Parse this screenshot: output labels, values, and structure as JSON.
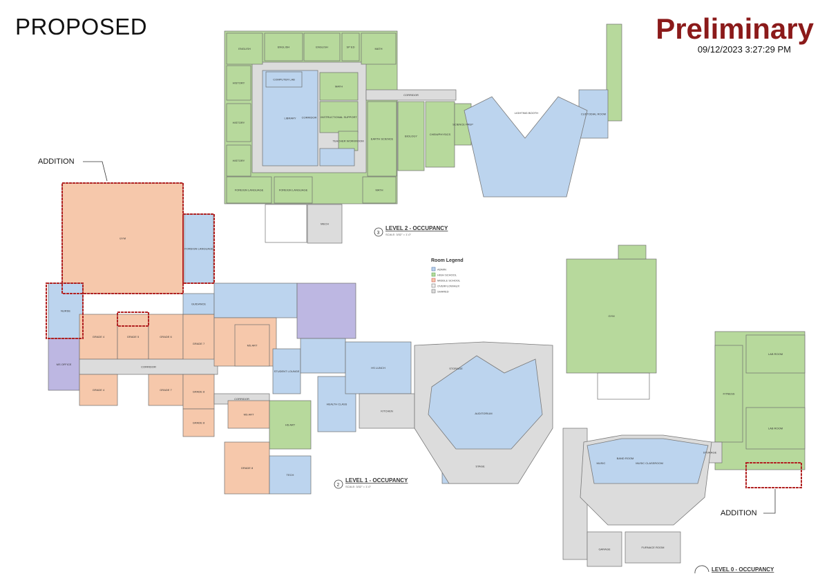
{
  "header": {
    "proposed": "PROPOSED",
    "preliminary": "Preliminary",
    "timestamp": "09/12/2023  3:27:29 PM"
  },
  "colors": {
    "high_school": "#b7d99c",
    "shared": "#bcd4ee",
    "middle_school": "#f6c8ab",
    "admin": "#bdb7e2",
    "circulation": "#dcdcdc",
    "addition_border": "#b22222",
    "title": "#8b1a1a"
  },
  "annotations": {
    "addition_left": "ADDITION",
    "addition_right": "ADDITION"
  },
  "legend": {
    "title": "Room Legend",
    "items": [
      "ADMIN",
      "HIGH SCHOOL",
      "MIDDLE SCHOOL",
      "OVERFLOW/AUX",
      "SHARED"
    ]
  },
  "levels": {
    "level2": {
      "number": "3",
      "title": "LEVEL 2 - OCCUPANCY",
      "scale": "SCALE: 3/32\" = 1'-0\""
    },
    "level1": {
      "number": "2",
      "title": "LEVEL 1 - OCCUPANCY",
      "scale": "SCALE: 3/32\" = 1'-0\""
    },
    "level0": {
      "title": "LEVEL 0 - OCCUPANCY"
    }
  },
  "rooms": {
    "english": "ENGLISH",
    "sped": "SP ED",
    "math": "MATH",
    "history": "HISTORY",
    "computer_lab": "COMPUTER LAB",
    "library": "LIBRARY",
    "instructional_support": "INSTRUCTIONAL SUPPORT",
    "teacher_workroom": "TEACHER WORKROOM",
    "foreign_language": "FOREIGN LANGUAGE",
    "earth_science": "EARTH SCIENCE",
    "biology": "BIOLOGY",
    "chem_physics": "CHEM/PHYSICS",
    "science_prep": "SCIENCE PREP",
    "corridor": "CORRIDOR",
    "gym": "GYM",
    "grade4": "GRADE 4",
    "grade5": "GRADE 5",
    "grade6": "GRADE 6",
    "grade7": "GRADE 7",
    "grade8": "GRADE 8",
    "auditorium": "AUDITORIUM",
    "stage": "STAGE",
    "kitchen": "KITCHEN",
    "lunch": "HS LUNCH",
    "student_lounge": "STUDENT LOUNGE",
    "ms_art": "MS ART",
    "hs_art": "HS ART",
    "health": "HEALTH CLASS",
    "tech": "TECH",
    "nurse": "NURSE",
    "guidance": "GUIDANCE",
    "ms_office": "MS OFFICE",
    "music": "MUSIC",
    "band": "BAND ROOM",
    "music_classroom": "MUSIC CLASSROOM",
    "garage": "GARAGE",
    "furnace": "FURNACE ROOM",
    "lab_room": "LAB ROOM",
    "fitness": "FITNESS",
    "storage": "STORAGE",
    "mech": "MECH",
    "custodial": "CUSTODIAL ROOM",
    "lighting_booth": "LIGHTING BOOTH"
  }
}
